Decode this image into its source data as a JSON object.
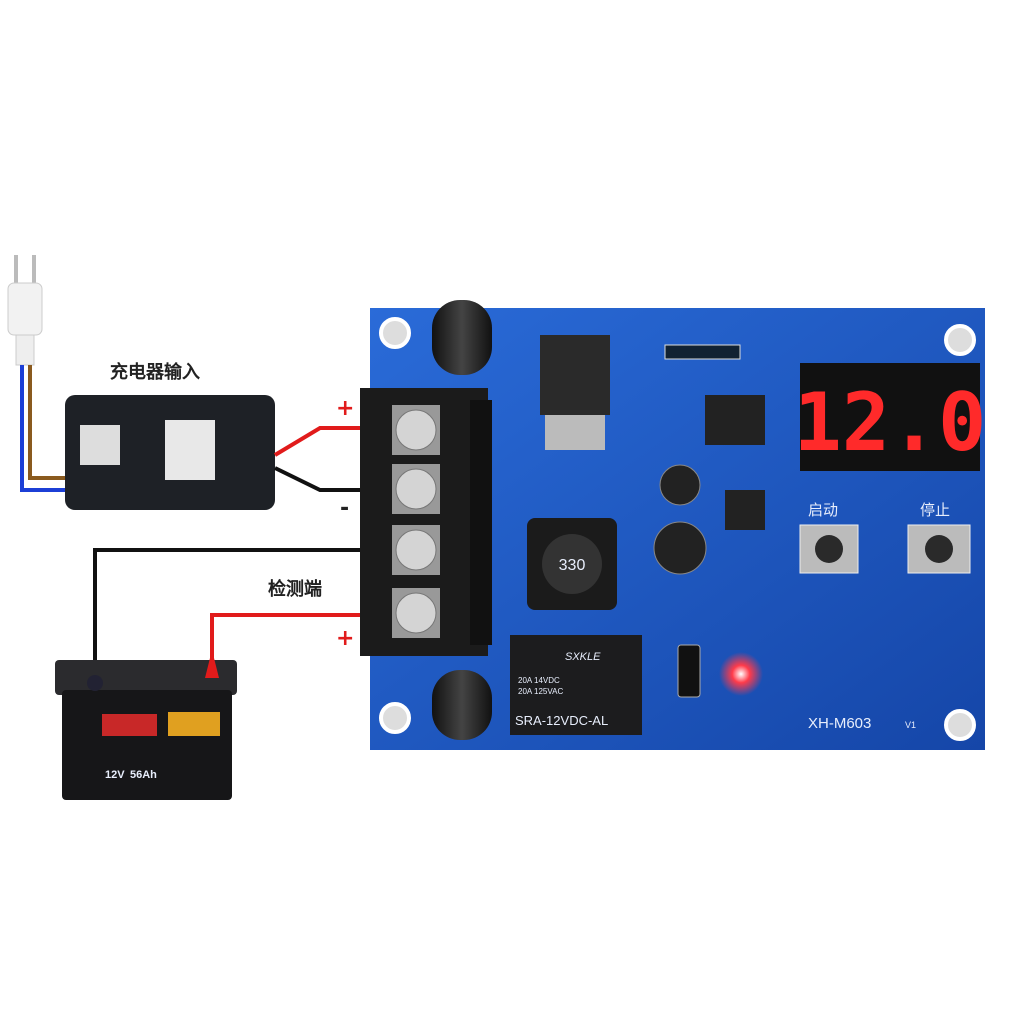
{
  "labels": {
    "charger_input": "充电器输入",
    "detection_end": "检测端",
    "plus_top": "+",
    "minus_mid": "-",
    "plus_bottom": "+"
  },
  "board": {
    "model": "XH-M603",
    "version": "V1",
    "display_value": "12.0",
    "start_button_label": "启动",
    "stop_button_label": "停止",
    "inductor_marking": "330",
    "relay": {
      "brand": "SXKLE",
      "rating_dc": "20A 14VDC",
      "rating_ac": "20A 125VAC",
      "model": "SRA-12VDC-AL"
    }
  },
  "battery": {
    "voltage": "12V",
    "capacity": "56Ah"
  },
  "colors": {
    "board_blue": "#1d58c4",
    "wire_red": "#e11b1b",
    "wire_black": "#111111",
    "wire_brown": "#8a5a1e",
    "wire_blue": "#1c3fd6",
    "display_red": "#ff2a2a"
  }
}
